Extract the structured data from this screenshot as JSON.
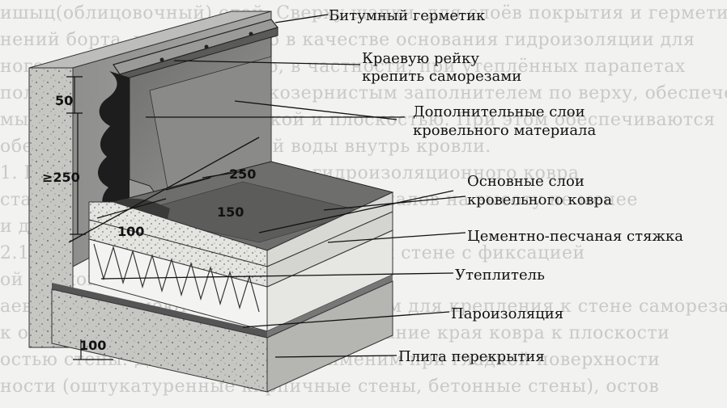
{
  "background_text": [
    "ишыц(облицовочный) слой. Сверху шапки, для слоёв покрытия и герметика.",
    "нений борта, используемого в качестве основания гидроизоляции для",
    "ного выпуска вод на кровлю, в частности, при утеплённых парапетах",
    "полненных в коробах с мелкозернистым заполнителем по верху, обеспечения",
    "мы) обработки краевой рейкой и плоскостью. При этом обеспечиваются",
    "обеспечивает сток дождевой воды внутрь кровли.",
    "1. Варианты  заделывания  края  гидроизоляционного  ковра",
    "стальных  парапетов  кровельных  материалов  на  высоту  не  менее",
    "и диффузным пихтам;",
    "2.1. Примыкание кровельной системы к  стене  с  фиксацией",
    "ой рейкой края гидроизоляции.",
    "аевой рейке имеются отверстия с шагом для крепления к стене саморезами и",
    "к  обеспечивающий  герметично  прилегание  края  ковра  к  плоскости",
    "остью стены. Данный вариант применим при гладкой поверхности",
    "ности (оштукатуренные кирпичные стены, бетонные стены), остов"
  ],
  "labels": {
    "sealant": "Битумный герметик",
    "edge_rail_1": "Краевую рейку",
    "edge_rail_2": "крепить саморезами",
    "extra_layers_1": "Дополнительные слои",
    "extra_layers_2": "кровельного материала",
    "main_layers_1": "Основные слои",
    "main_layers_2": "кровельного ковра",
    "screed": "Цементно-песчаная стяжка",
    "insulation": "Утеплитель",
    "vapor_barrier": "Пароизоляция",
    "slab": "Плита перекрытия"
  },
  "dimensions": {
    "d50": "50",
    "d250_vertical": "≥250",
    "d250": "250",
    "d150": "150",
    "d100_top": "100",
    "d100_bottom": "100"
  }
}
